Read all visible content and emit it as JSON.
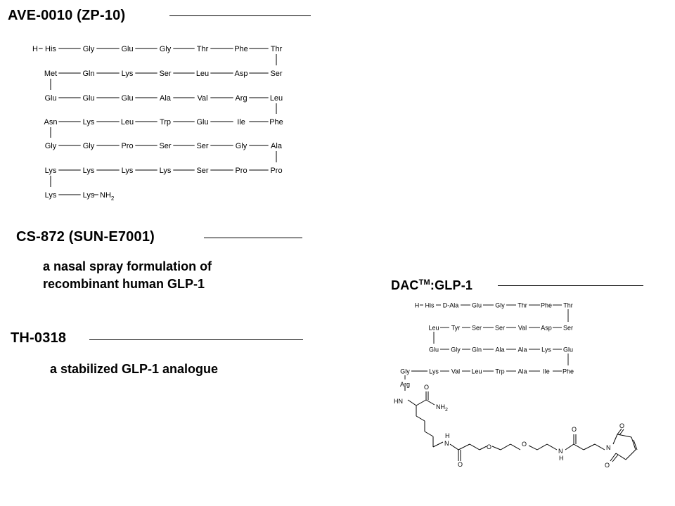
{
  "sections": {
    "ave": {
      "title": "AVE-0010 (ZP-10)"
    },
    "cs": {
      "title": "CS-872 (SUN-E7001)",
      "desc_line1": "a nasal spray formulation of",
      "desc_line2": "recombinant human GLP-1"
    },
    "th": {
      "title": "TH-0318",
      "desc": "a stabilized GLP-1 analogue"
    },
    "dac": {
      "title_main": "DAC",
      "title_sup": "TM",
      "title_rest": ":GLP-1"
    }
  },
  "ave_sequence": {
    "rows": [
      [
        "H",
        "His",
        "Gly",
        "Glu",
        "Gly",
        "Thr",
        "Phe",
        "Thr"
      ],
      [
        "Met",
        "Gln",
        "Lys",
        "Ser",
        "Leu",
        "Asp",
        "Ser"
      ],
      [
        "Glu",
        "Glu",
        "Glu",
        "Ala",
        "Val",
        "Arg",
        "Leu"
      ],
      [
        "Asn",
        "Lys",
        "Leu",
        "Trp",
        "Glu",
        "Ile",
        "Phe"
      ],
      [
        "Gly",
        "Gly",
        "Pro",
        "Ser",
        "Ser",
        "Gly",
        "Ala"
      ],
      [
        "Lys",
        "Lys",
        "Lys",
        "Lys",
        "Ser",
        "Pro",
        "Pro"
      ],
      [
        "Lys",
        "Lys"
      ]
    ],
    "terminal": "NH",
    "terminal_sub": "2"
  },
  "dac_sequence": {
    "rows": [
      [
        "H",
        "His",
        "D-Ala",
        "Glu",
        "Gly",
        "Thr",
        "Phe",
        "Thr"
      ],
      [
        "Leu",
        "Tyr",
        "Ser",
        "Ser",
        "Val",
        "Asp",
        "Ser"
      ],
      [
        "Glu",
        "Gly",
        "Gln",
        "Ala",
        "Ala",
        "Lys",
        "Glu"
      ],
      [
        "Gly",
        "Lys",
        "Val",
        "Leu",
        "Trp",
        "Ala",
        "Ile",
        "Phe"
      ]
    ],
    "branch": "Arg"
  },
  "linker": {
    "hn": "HN",
    "o": "O",
    "nh2": "NH",
    "nh2_sub": "2",
    "h": "H",
    "n": "N"
  }
}
